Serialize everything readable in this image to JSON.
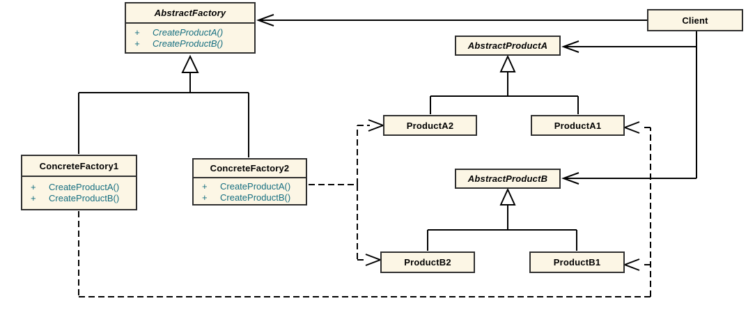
{
  "diagram_type": "uml-class-diagram",
  "pattern": "Abstract Factory",
  "colors": {
    "box_fill": "#fcf6e5",
    "box_border": "#2e2e2e",
    "method_text": "#156e80",
    "line": "#000000",
    "background": "#ffffff"
  },
  "classes": {
    "abstract_factory": {
      "name": "AbstractFactory",
      "abstract": true,
      "methods": [
        {
          "visibility": "+",
          "signature": "CreateProductA()"
        },
        {
          "visibility": "+",
          "signature": "CreateProductB()"
        }
      ]
    },
    "concrete_factory1": {
      "name": "ConcreteFactory1",
      "abstract": false,
      "methods": [
        {
          "visibility": "+",
          "signature": "CreateProductA()"
        },
        {
          "visibility": "+",
          "signature": "CreateProductB()"
        }
      ]
    },
    "concrete_factory2": {
      "name": "ConcreteFactory2",
      "abstract": false,
      "methods": [
        {
          "visibility": "+",
          "signature": "CreateProductA()"
        },
        {
          "visibility": "+",
          "signature": "CreateProductB()"
        }
      ]
    },
    "client": {
      "name": "Client",
      "abstract": false
    },
    "abstract_product_a": {
      "name": "AbstractProductA",
      "abstract": true
    },
    "product_a2": {
      "name": "ProductA2",
      "abstract": false
    },
    "product_a1": {
      "name": "ProductA1",
      "abstract": false
    },
    "abstract_product_b": {
      "name": "AbstractProductB",
      "abstract": true
    },
    "product_b2": {
      "name": "ProductB2",
      "abstract": false
    },
    "product_b1": {
      "name": "ProductB1",
      "abstract": false
    }
  },
  "relationships": [
    {
      "type": "association",
      "from": "Client",
      "to": "AbstractFactory",
      "style": "solid-open-arrow"
    },
    {
      "type": "association",
      "from": "Client",
      "to": "AbstractProductA",
      "style": "solid-open-arrow"
    },
    {
      "type": "association",
      "from": "Client",
      "to": "AbstractProductB",
      "style": "solid-open-arrow"
    },
    {
      "type": "generalization",
      "from": "ConcreteFactory1",
      "to": "AbstractFactory",
      "style": "solid-hollow-triangle"
    },
    {
      "type": "generalization",
      "from": "ConcreteFactory2",
      "to": "AbstractFactory",
      "style": "solid-hollow-triangle"
    },
    {
      "type": "generalization",
      "from": "ProductA2",
      "to": "AbstractProductA",
      "style": "solid-hollow-triangle"
    },
    {
      "type": "generalization",
      "from": "ProductA1",
      "to": "AbstractProductA",
      "style": "solid-hollow-triangle"
    },
    {
      "type": "generalization",
      "from": "ProductB2",
      "to": "AbstractProductB",
      "style": "solid-hollow-triangle"
    },
    {
      "type": "generalization",
      "from": "ProductB1",
      "to": "AbstractProductB",
      "style": "solid-hollow-triangle"
    },
    {
      "type": "dependency",
      "from": "ConcreteFactory2",
      "to": "ProductA2",
      "style": "dashed-open-arrow"
    },
    {
      "type": "dependency",
      "from": "ConcreteFactory2",
      "to": "ProductB2",
      "style": "dashed-open-arrow"
    },
    {
      "type": "dependency",
      "from": "ConcreteFactory1",
      "to": "ProductA1",
      "style": "dashed-open-arrow"
    },
    {
      "type": "dependency",
      "from": "ConcreteFactory1",
      "to": "ProductB1",
      "style": "dashed-open-arrow"
    }
  ]
}
